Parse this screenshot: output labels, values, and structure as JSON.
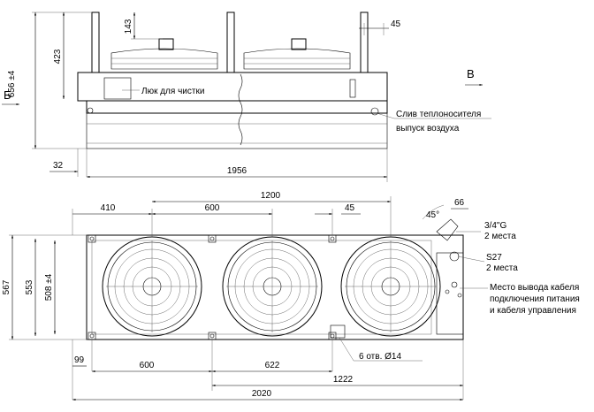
{
  "side_view": {
    "dims": {
      "top_small": "143",
      "top_right": "45",
      "height_423": "423",
      "height_656": "656 ±4",
      "left_32": "32",
      "length_1956": "1956"
    },
    "section_b_left": "Б",
    "section_b_right": "В",
    "notes": {
      "hatch": "Люк для чистки",
      "drain_1": "Слив теплоносителя",
      "drain_2": "выпуск воздуха"
    }
  },
  "front_view": {
    "dims": {
      "d410": "410",
      "d600_top": "600",
      "d1200": "1200",
      "d45": "45",
      "angle": "45°",
      "d66": "66",
      "h567": "567",
      "h553": "553",
      "h508": "508 ±4",
      "d99": "99",
      "d600_bottom": "600",
      "d622": "622",
      "d1222": "1222",
      "d2020": "2020"
    },
    "notes": {
      "pipe_1": "3/4\"G",
      "pipe_2": "2 места",
      "s27_1": "S27",
      "s27_2": "2 места",
      "cable_1": "Место вывода кабеля",
      "cable_2": "подключения питания",
      "cable_3": "и кабеля управления",
      "holes": "6 отв. Ø14"
    }
  }
}
